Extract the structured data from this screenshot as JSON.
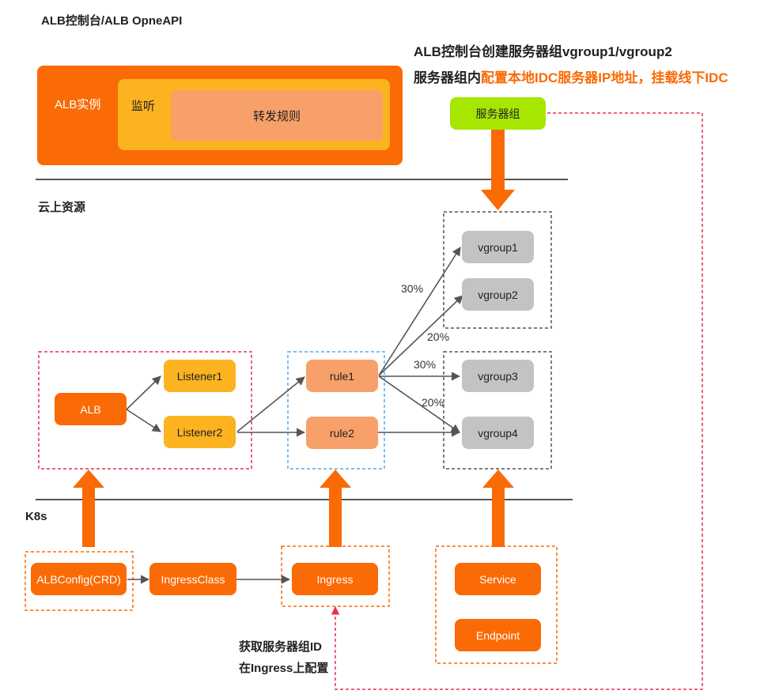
{
  "header": {
    "title": "ALB控制台/ALB OpneAPI",
    "note_line1": "ALB控制台创建服务器组vgroup1/vgroup2",
    "note_line2_prefix": "服务器组内",
    "note_line2_highlight": "配置本地IDC服务器IP地址，挂载线下IDC"
  },
  "console": {
    "instance": "ALB实例",
    "listener": "监听",
    "rule": "转发规则",
    "server_group": "服务器组"
  },
  "sections": {
    "cloud": "云上资源",
    "k8s": "K8s"
  },
  "cloud_nodes": {
    "alb": "ALB",
    "listener1": "Listener1",
    "listener2": "Listener2",
    "rule1": "rule1",
    "rule2": "rule2",
    "vgroup1": "vgroup1",
    "vgroup2": "vgroup2",
    "vgroup3": "vgroup3",
    "vgroup4": "vgroup4"
  },
  "weights": {
    "to_vgroup1": "30%",
    "to_vgroup2": "20%",
    "to_vgroup3": "30%",
    "to_vgroup4": "20%"
  },
  "k8s_nodes": {
    "albconfig": "ALBConfig(CRD)",
    "ingressclass": "IngressClass",
    "ingress": "Ingress",
    "service": "Service",
    "endpoint": "Endpoint"
  },
  "annotation": {
    "line1": "获取服务器组ID",
    "line2": "在Ingress上配置"
  },
  "colors": {
    "orange": "#fa6a05",
    "yellow": "#fbb320",
    "salmon": "#f7a06a",
    "gray": "#c3c3c3",
    "green": "#a6e600",
    "red_dash": "#e8324a",
    "blue_dash": "#5aa9e6"
  }
}
